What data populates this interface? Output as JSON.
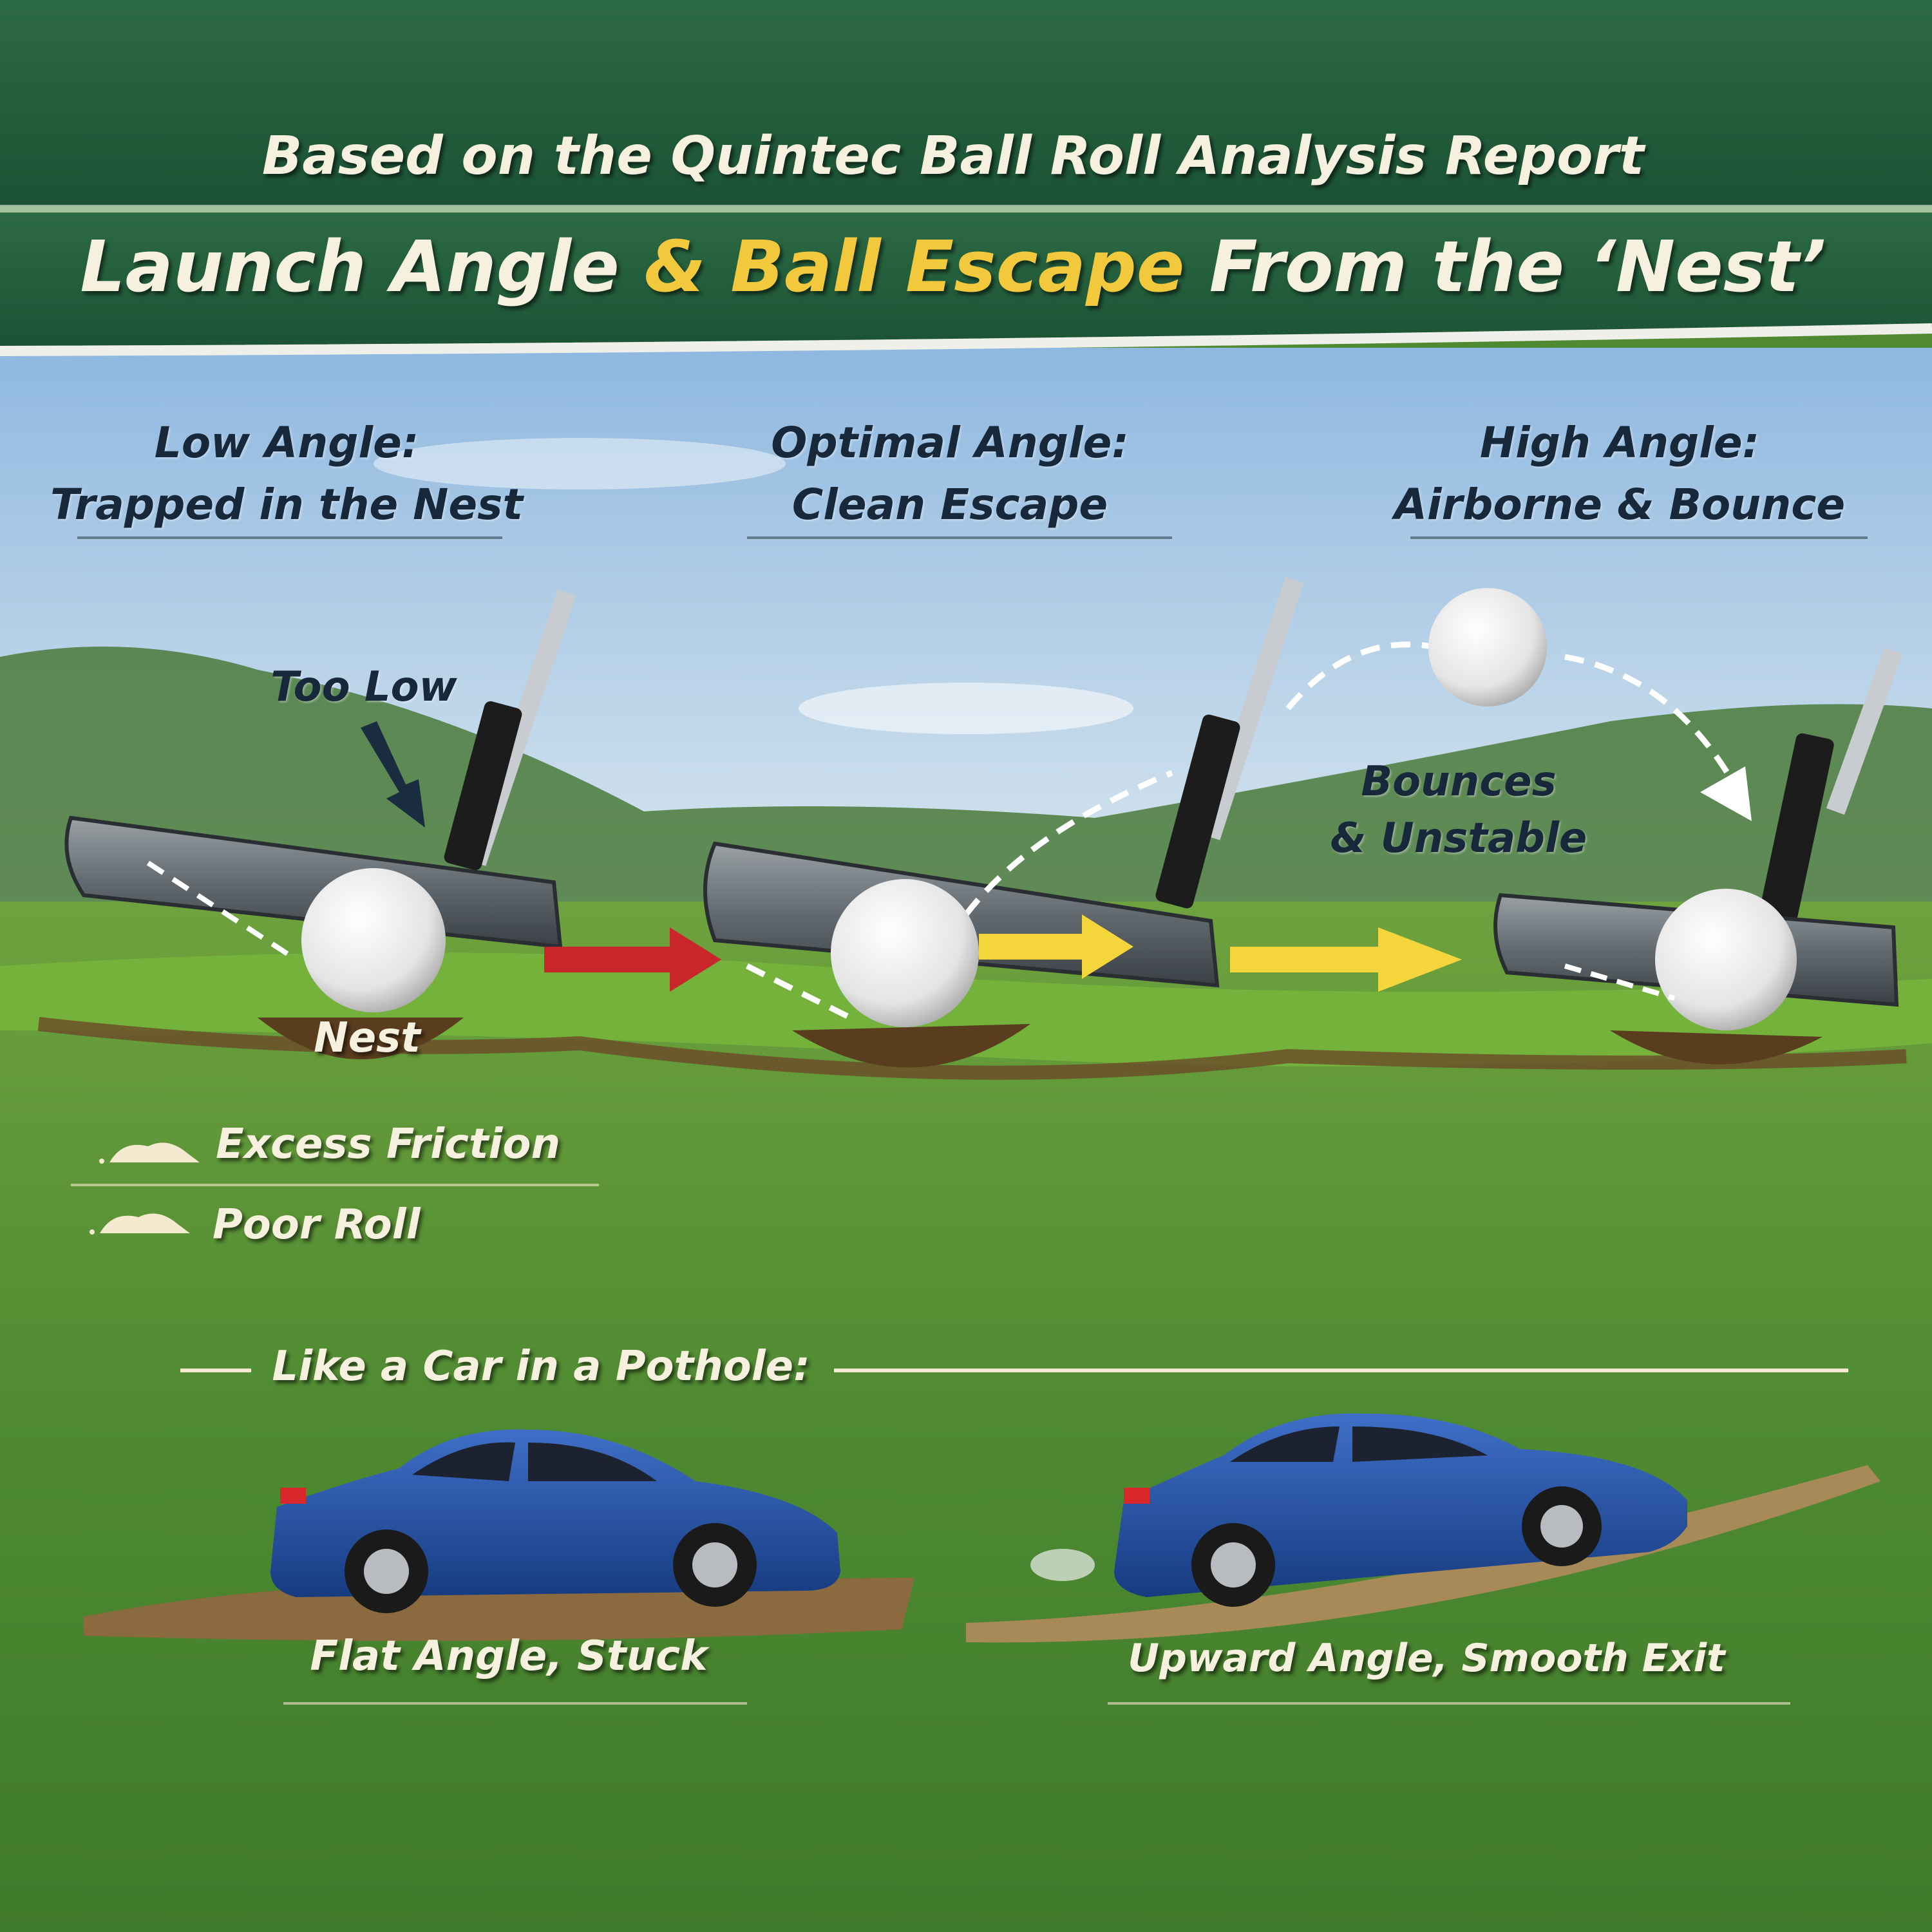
{
  "header": {
    "subtitle": "Based on the Quintec Ball Roll Analysis Report",
    "title_part1": "Launch Angle ",
    "title_highlight": "& Ball Escape",
    "title_part2": " From the ‘Nest’"
  },
  "columns": [
    {
      "line1": "Low Angle:",
      "line2": "Trapped in the Nest"
    },
    {
      "line1": "Optimal Angle:",
      "line2": "Clean Escape"
    },
    {
      "line1": "High Angle:",
      "line2": "Airborne & Bounce"
    }
  ],
  "annotations": {
    "too_low": "Too Low",
    "nest": "Nest",
    "bounces_line1": "Bounces",
    "bounces_line2": "& Unstable"
  },
  "effects": [
    {
      "icon": "dirt-clump-icon",
      "label": "Excess Friction"
    },
    {
      "icon": "dirt-clump-icon",
      "label": "Poor Roll"
    }
  ],
  "analogy": {
    "heading": "Like a Car in a Pothole:",
    "left_caption": "Flat Angle, Stuck",
    "right_caption": "Upward Angle, Smooth Exit"
  },
  "colors": {
    "header_green": "#1f5a3a",
    "highlight_yellow": "#f2c93c",
    "arrow_red": "#c8262b",
    "arrow_yellow": "#f4d63c",
    "car_blue": "#1f4a9a",
    "sky": "#a9cbe6",
    "grass": "#4f8a32"
  }
}
